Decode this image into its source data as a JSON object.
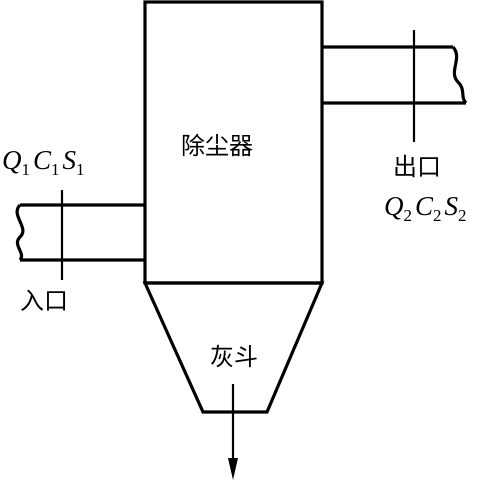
{
  "device": {
    "label": "除尘器"
  },
  "hopper": {
    "label": "灰斗"
  },
  "inlet": {
    "label": "入口",
    "vars": [
      {
        "symbol": "Q",
        "sub": "1"
      },
      {
        "symbol": "C",
        "sub": "1"
      },
      {
        "symbol": "S",
        "sub": "1"
      }
    ]
  },
  "outlet": {
    "label": "出口",
    "vars": [
      {
        "symbol": "Q",
        "sub": "2"
      },
      {
        "symbol": "C",
        "sub": "2"
      },
      {
        "symbol": "S",
        "sub": "2"
      }
    ]
  }
}
